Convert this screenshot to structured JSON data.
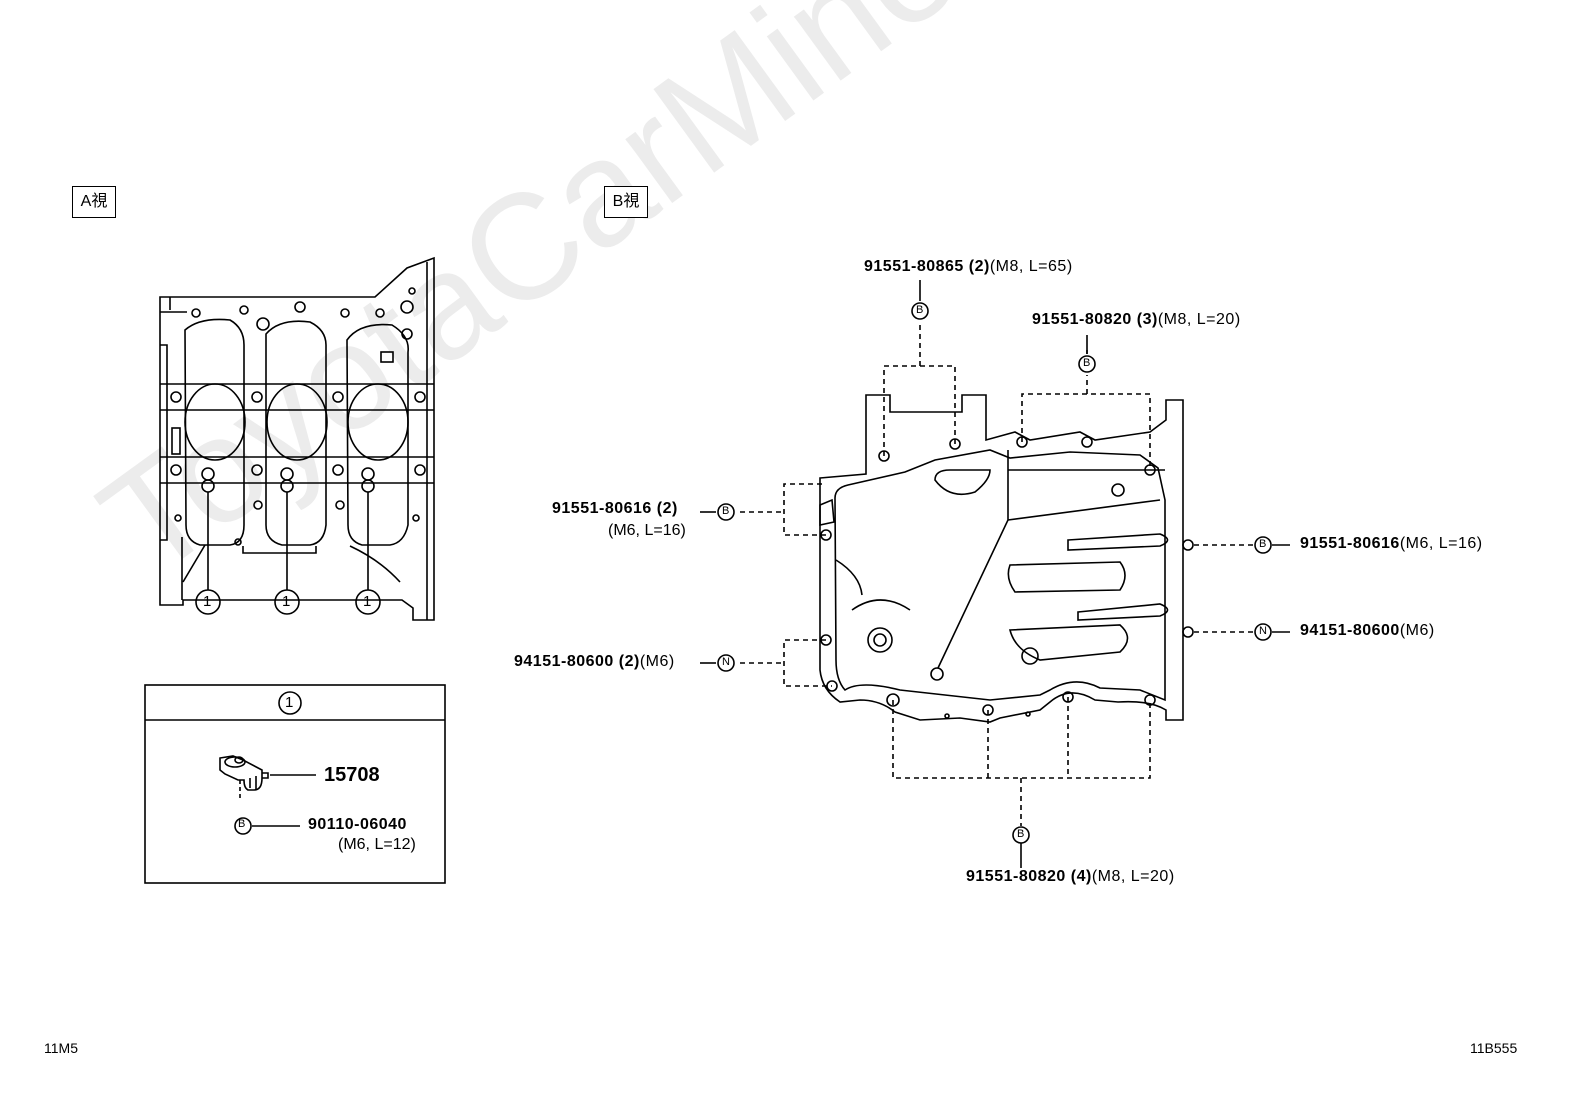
{
  "view_labels": {
    "a": "A視",
    "b": "B視"
  },
  "watermark": "ToyotaCarMine.ru",
  "detail": {
    "callout": "1",
    "part_main": "15708",
    "bolt_symbol": "B",
    "bolt_part": "90110-06040",
    "bolt_spec": "(M6, L=12)"
  },
  "callouts_a": [
    "1",
    "1",
    "1"
  ],
  "b_labels": {
    "top_left_part": "91551-80865",
    "top_left_qty": "(2)",
    "top_left_spec": "(M8, L=65)",
    "top_right_part": "91551-80820",
    "top_right_qty": "(3)",
    "top_right_spec": "(M8, L=20)",
    "left_upper_part": "91551-80616",
    "left_upper_qty": "(2)",
    "left_upper_spec": "(M6, L=16)",
    "left_lower_part": "94151-80600",
    "left_lower_qty": "(2)",
    "left_lower_spec": "(M6)",
    "right_upper_part": "91551-80616",
    "right_upper_spec": "(M6, L=16)",
    "right_lower_part": "94151-80600",
    "right_lower_spec": "(M6)",
    "bottom_part": "91551-80820",
    "bottom_qty": "(4)",
    "bottom_spec": "(M8, L=20)"
  },
  "symbols": {
    "bolt": "B",
    "nut": "N"
  },
  "corners": {
    "left": "11M5",
    "right": "11B555"
  }
}
